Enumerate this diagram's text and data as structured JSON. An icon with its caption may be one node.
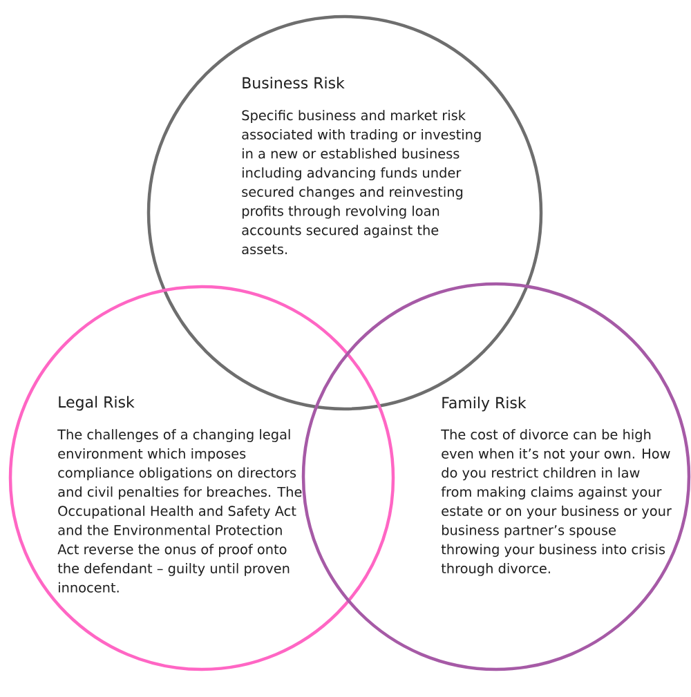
{
  "diagram": {
    "nodes": [
      {
        "text": [
          "Business Risk",
          "Specific business and market risk associated with trading or investing in a new or established business including advancing funds under secured changes and reinvesting profits through revolving loan accounts secured against the assets."
        ]
      },
      {
        "text": [
          "Legal Risk",
          "The challenges of a changing legal environment which imposes compliance obligations on directors and civil penalties for breaches. The Occupational Health and Safety Act and the Environmental Protection Act reverse the onus of proof onto the defendant – guilty until proven innocent."
        ]
      },
      {
        "text": [
          "Family Risk",
          "The cost of divorce can be high even when it’s not your own. How do you restrict children in law from making claims against your estate or on your business or your business partner’s spouse throwing your business into crisis through divorce."
        ]
      }
    ]
  }
}
